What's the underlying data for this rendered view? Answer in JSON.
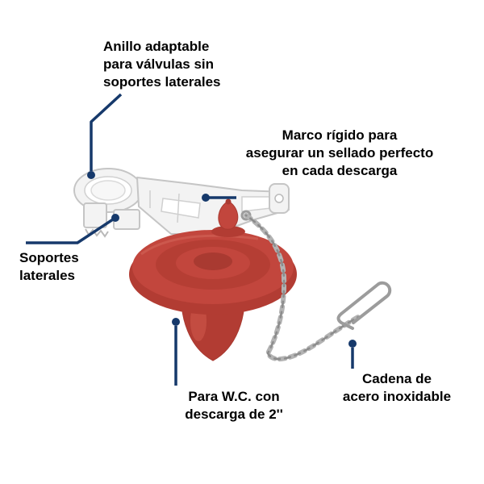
{
  "labels": {
    "anillo": "Anillo adaptable\npara válvulas sin\nsoportes laterales",
    "marco": "Marco rígido para\nasegurar un sellado perfecto\nen cada descarga",
    "soportes": "Soportes\nlaterales",
    "para_wc": "Para W.C. con\ndescarga de 2''",
    "cadena": "Cadena de\nacero inoxidable"
  },
  "parts": {
    "ring": "adapter-ring",
    "side_supports": "side-supports",
    "frame": "rigid-frame",
    "float_cone": "red-cone",
    "seal": "rubber-seal-disc",
    "bell": "flapper-bell",
    "chain": "stainless-steel-chain",
    "hook": "chain-hook"
  },
  "colors": {
    "background": "#ffffff",
    "text": "#000000",
    "callout": "#16396b",
    "red-main": "#c2463d",
    "red-dark": "#a93a31",
    "red-deep": "#b23c33",
    "plastic-fill": "#f3f3f3",
    "plastic-stroke": "#c5c5c5",
    "chain-light": "#b3b3b3",
    "chain-dark": "#8c8c8c"
  }
}
